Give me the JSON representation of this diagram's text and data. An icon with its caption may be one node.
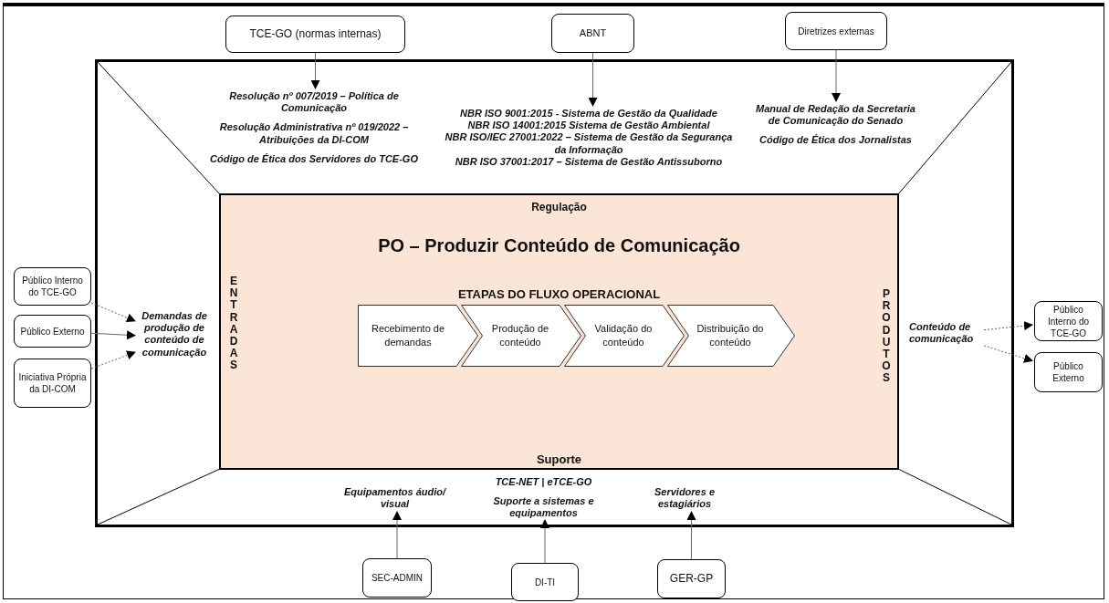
{
  "diagram": {
    "nodes": [
      {
        "text": [
          "TCE-GO (normas internas)"
        ]
      },
      {
        "text": [
          "ABNT"
        ]
      },
      {
        "text": [
          "Diretrizes externas"
        ]
      },
      {
        "text": [
          "Resolução nº 007/2019 – Política de Comunicação",
          "Resolução Administrativa nº 019/2022 – Atribuições da DI-COM",
          "Código de Ética dos Servidores do TCE-GO"
        ]
      },
      {
        "text": [
          "NBR ISO 9001:2015 - Sistema de Gestão da Qualidade",
          "NBR ISO 14001:2015 Sistema de Gestão Ambiental",
          "NBR ISO/IEC 27001:2022 – Sistema de Gestão da Segurança da Informação",
          "NBR ISO 37001:2017 – Sistema de Gestão Antissuborno"
        ]
      },
      {
        "text": [
          "Manual de Redação da Secretaria de Comunicação do Senado",
          "Código de Ética dos Jornalistas"
        ]
      },
      {
        "text": [
          "Regulação",
          "PO – Produzir Conteúdo de Comunicação",
          "ETAPAS DO FLUXO OPERACIONAL",
          "ENTRADAS",
          "PRODUTOS",
          "Suporte"
        ]
      },
      {
        "text": [
          "Recebimento de demandas"
        ],
        "in": 6
      },
      {
        "text": [
          "Produção de conteúdo"
        ],
        "in": 6
      },
      {
        "text": [
          "Validação do conteúdo"
        ],
        "in": 6
      },
      {
        "text": [
          "Distribuição do conteúdo"
        ],
        "in": 6
      },
      {
        "text": [
          "Público Interno do TCE-GO"
        ]
      },
      {
        "text": [
          "Público Externo"
        ]
      },
      {
        "text": [
          "Iniciativa Própria da DI-COM"
        ]
      },
      {
        "text": [
          "Demandas de produção de conteúdo de comunicação"
        ]
      },
      {
        "text": [
          "Conteúdo de comunicação"
        ]
      },
      {
        "text": [
          "Público Interno do TCE-GO"
        ]
      },
      {
        "text": [
          "Público Externo"
        ]
      },
      {
        "text": [
          "Equipamentos áudio/ visual"
        ]
      },
      {
        "text": [
          "TCE-NET | eTCE-GO",
          "Suporte a sistemas e equipamentos"
        ]
      },
      {
        "text": [
          "Servidores e estagiários"
        ]
      },
      {
        "text": [
          "SEC-ADMIN"
        ]
      },
      {
        "text": [
          "DI-TI"
        ]
      },
      {
        "text": [
          "GER-GP"
        ]
      }
    ],
    "edges": [
      {
        "from": 0,
        "to": 3,
        "arrow": "to"
      },
      {
        "from": 1,
        "to": 4,
        "arrow": "to"
      },
      {
        "from": 2,
        "to": 5,
        "arrow": "to"
      },
      {
        "from": 11,
        "to": 14,
        "arrow": "to",
        "style": "dashed"
      },
      {
        "from": 12,
        "to": 14,
        "arrow": "to"
      },
      {
        "from": 13,
        "to": 14,
        "arrow": "to",
        "style": "dashed"
      },
      {
        "from": 15,
        "to": 16,
        "arrow": "to",
        "style": "dashed"
      },
      {
        "from": 15,
        "to": 17,
        "arrow": "to",
        "style": "dashed"
      },
      {
        "from": 21,
        "to": 18,
        "arrow": "to"
      },
      {
        "from": 22,
        "to": 19,
        "arrow": "to"
      },
      {
        "from": 23,
        "to": 20,
        "arrow": "to"
      }
    ]
  }
}
